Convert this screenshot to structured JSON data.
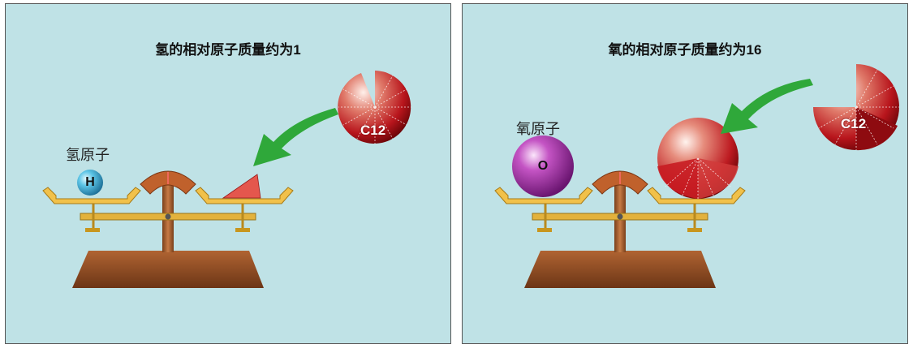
{
  "panels": [
    {
      "title": "氢的相对原子质量约为1",
      "atom_label": "氢原子",
      "atom_symbol": "H",
      "carbon_label": "C12"
    },
    {
      "title": "氧的相对原子质量约为16",
      "atom_label": "氧原子",
      "atom_symbol": "O",
      "carbon_label": "C12"
    }
  ],
  "colors": {
    "background": "#bfe2e6",
    "hydrogen": "#4fb3d6",
    "oxygen": "#b03bb0",
    "carbon": "#c0161c",
    "arrow": "#2fa83a",
    "scale_gold": "#e3b23c",
    "base_brown": "#8b4a22"
  }
}
